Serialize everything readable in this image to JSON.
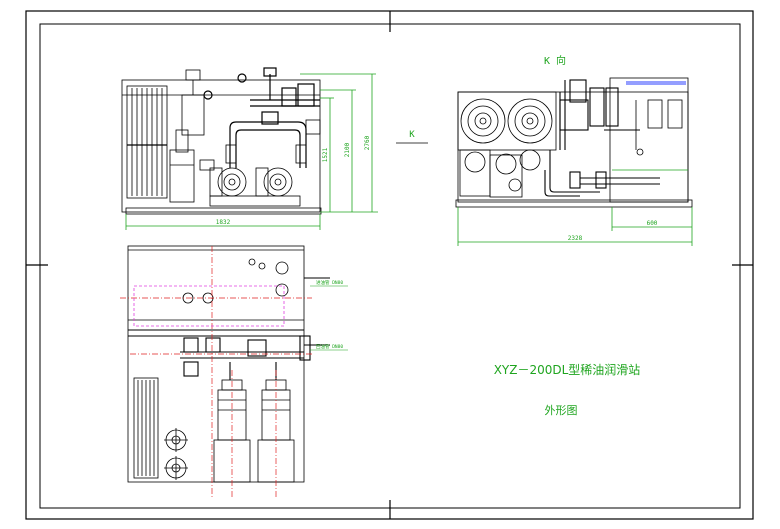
{
  "view_label": "K 向",
  "k_marker": "K",
  "title": "XYZ－200DL型稀油润滑站",
  "subtitle": "外形图",
  "dims": {
    "width_front": "1832",
    "height_1": "1521",
    "height_2": "2100",
    "height_3": "2760",
    "width_side": "2328",
    "width_side_part": "600"
  },
  "callouts": {
    "upper": "进油管 DN80",
    "lower": "回油管 DN80"
  },
  "colors": {
    "line": "#000000",
    "dimension": "#1fa51f",
    "center": "#e02020",
    "pink": "#e040e0",
    "blue": "#2a3cff"
  }
}
